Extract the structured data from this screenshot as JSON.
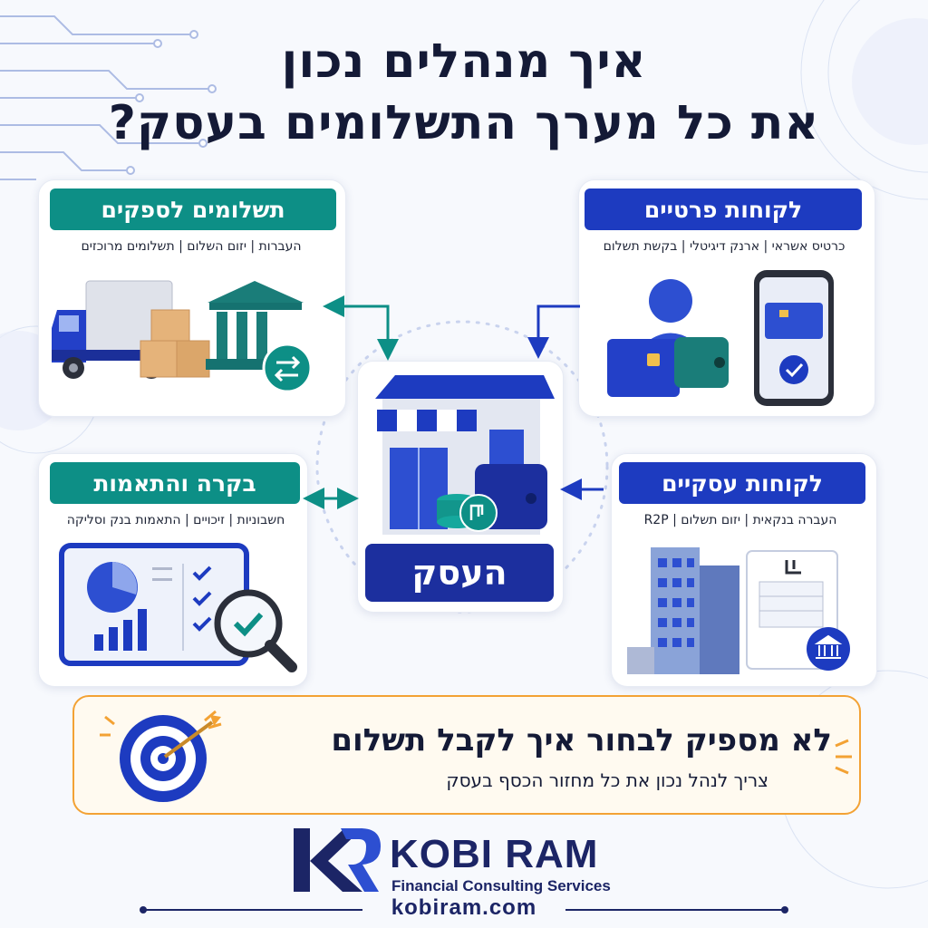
{
  "title": {
    "line1": "איך מנהלים נכון",
    "line2": "את כל מערך התשלומים בעסק?"
  },
  "cards": {
    "suppliers": {
      "label": "תשלומים לספקים",
      "sub": "העברות | יזום השלום | תשלומים מרוכזים"
    },
    "private_customers": {
      "label": "לקוחות פרטיים",
      "sub": "כרטיס אשראי | ארנק דיגיטלי | בקשת תשלום"
    },
    "control": {
      "label": "בקרה והתאמות",
      "sub": "חשבוניות | זיכויים | התאמות בנק וסליקה"
    },
    "business_customers": {
      "label": "לקוחות עסקיים",
      "sub": "העברה בנקאית | יזום תשלום | R2P"
    }
  },
  "center": {
    "label": "העסק"
  },
  "banner": {
    "main": "לא מספיק לבחור איך לקבל תשלום",
    "sub": "צריך לנהל נכון את כל מחזור הכסף בעסק"
  },
  "brand": {
    "name": "KOBI RAM",
    "tagline": "Financial Consulting Services",
    "url": "kobiram.com"
  },
  "colors": {
    "navy": "#141a36",
    "teal": "#0d8f86",
    "blue": "#1d3bc0",
    "orange": "#f3a234"
  }
}
